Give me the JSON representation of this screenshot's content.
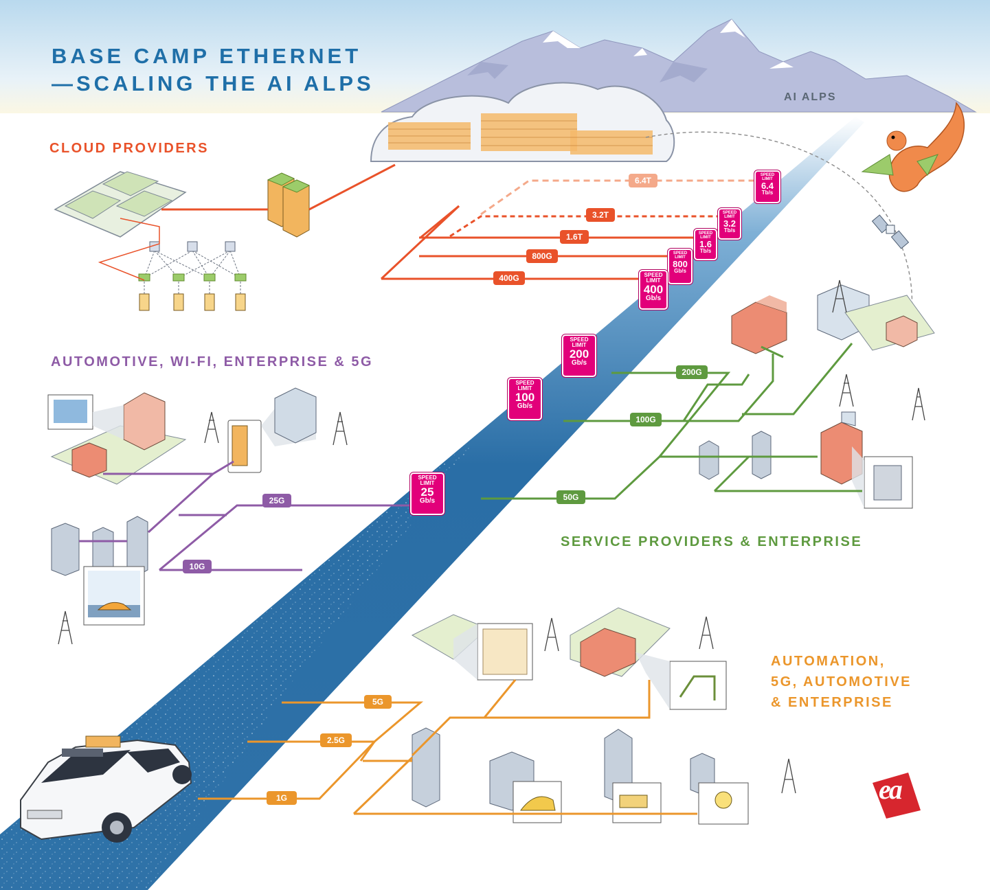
{
  "title": {
    "line1": "BASE CAMP ETHERNET",
    "line2": "—SCALING THE AI ALPS"
  },
  "mountains_label": "AI ALPS",
  "sections": {
    "cloud": "CLOUD PROVIDERS",
    "automotive": "AUTOMOTIVE, WI-FI, ENTERPRISE & 5G",
    "service": "SERVICE PROVIDERS & ENTERPRISE",
    "automation": {
      "line1": "AUTOMATION,",
      "line2": "5G, AUTOMOTIVE",
      "line3": "& ENTERPRISE"
    }
  },
  "speed_signs": [
    {
      "top": "SPEED",
      "mid": "LIMIT",
      "value": "6.4",
      "unit": "Tb/s"
    },
    {
      "top": "SPEED",
      "mid": "LIMIT",
      "value": "3.2",
      "unit": "Tb/s"
    },
    {
      "top": "SPEED",
      "mid": "LIMIT",
      "value": "1.6",
      "unit": "Tb/s"
    },
    {
      "top": "SPEED",
      "mid": "LIMIT",
      "value": "800",
      "unit": "Gb/s"
    },
    {
      "top": "SPEED",
      "mid": "LIMIT",
      "value": "400",
      "unit": "Gb/s"
    },
    {
      "top": "SPEED",
      "mid": "LIMIT",
      "value": "200",
      "unit": "Gb/s"
    },
    {
      "top": "SPEED",
      "mid": "LIMIT",
      "value": "100",
      "unit": "Gb/s"
    },
    {
      "top": "SPEED",
      "mid": "LIMIT",
      "value": "25",
      "unit": "Gb/s"
    }
  ],
  "lane_labels": {
    "cloud": [
      "6.4T",
      "3.2T",
      "1.6T",
      "800G",
      "400G"
    ],
    "service": [
      "200G",
      "100G",
      "50G"
    ],
    "automotive": [
      "25G",
      "10G"
    ],
    "automation": [
      "5G",
      "2.5G",
      "1G"
    ]
  },
  "logo": {
    "text": "ea"
  },
  "colors": {
    "title": "#1f6fa8",
    "cloud": "#e9522a",
    "cloud_light": "#f4a98a",
    "automotive": "#8e5ba6",
    "service": "#5e9a3f",
    "automation": "#eb962b",
    "sign": "#e2007a",
    "road": "#2a6ea6",
    "logo": "#d7262e"
  }
}
